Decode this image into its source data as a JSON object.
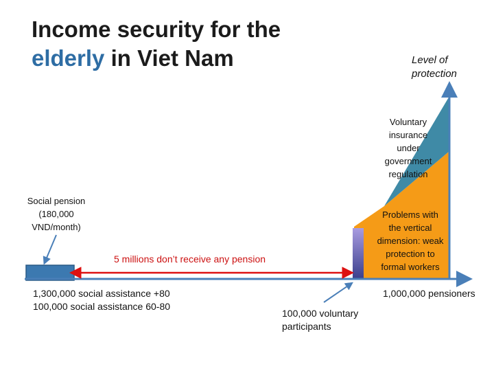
{
  "title": {
    "line1": "Income security for the",
    "highlight": "elderly",
    "line2_rest": " in Viet Nam"
  },
  "axis_label": {
    "line1": "Level of",
    "line2": "protection"
  },
  "labels": {
    "voluntary": [
      "Voluntary",
      "insurance",
      "under",
      "government",
      "regulation"
    ],
    "social_pension": [
      "Social pension",
      "(180,000",
      "VND/month)"
    ],
    "gap": "5 millions don’t receive any pension",
    "problems": [
      "Problems with",
      "the vertical",
      "dimension: weak",
      "protection to",
      "formal workers"
    ],
    "social_assistance": [
      "1,300,000 social assistance +80",
      "100,000 social assistance 60-80"
    ],
    "voluntary_participants": [
      "100,000 voluntary",
      "participants"
    ],
    "pensioners": "1,000,000 pensioners"
  },
  "colors": {
    "title_highlight": "#2e6da4",
    "teal_region": "#3f8aa6",
    "orange_region": "#f59b17",
    "social_pension_box": "#3c79b0",
    "voluntary_bar_top": "#a89be0",
    "voluntary_bar_bottom": "#3a3f8c",
    "gap_arrow": "#dd1111",
    "axis": "#4a7fb8"
  }
}
